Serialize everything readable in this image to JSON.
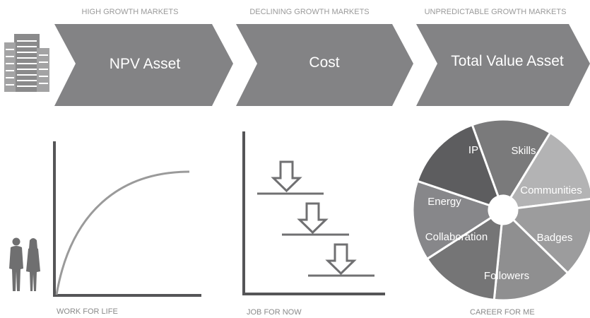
{
  "headers": [
    "HIGH GROWTH MARKETS",
    "DECLINING GROWTH MARKETS",
    "UNPREDICTABLE GROWTH MARKETS"
  ],
  "chevrons": [
    "NPV Asset",
    "Cost",
    "Total Value Asset"
  ],
  "captions": [
    "WORK FOR LIFE",
    "JOB FOR NOW",
    "CAREER FOR ME"
  ],
  "wheel": {
    "segments": [
      {
        "label": "IP",
        "color": "#7a7a7b"
      },
      {
        "label": "Skills",
        "color": "#b3b3b4"
      },
      {
        "label": "Communities",
        "color": "#9c9c9d"
      },
      {
        "label": "Badges",
        "color": "#8f8f90"
      },
      {
        "label": "Followers",
        "color": "#757576"
      },
      {
        "label": "Collaboration",
        "color": "#87878a"
      },
      {
        "label": "Energy",
        "color": "#5d5d5f"
      }
    ]
  },
  "colors": {
    "chevron": "#838385",
    "axis": "#555557",
    "curve": "#9a9a9a",
    "caption": "#8a8a8a",
    "header": "#9a9a9a"
  },
  "icons": [
    "buildings-icon",
    "people-icon",
    "down-arrow-icon"
  ]
}
